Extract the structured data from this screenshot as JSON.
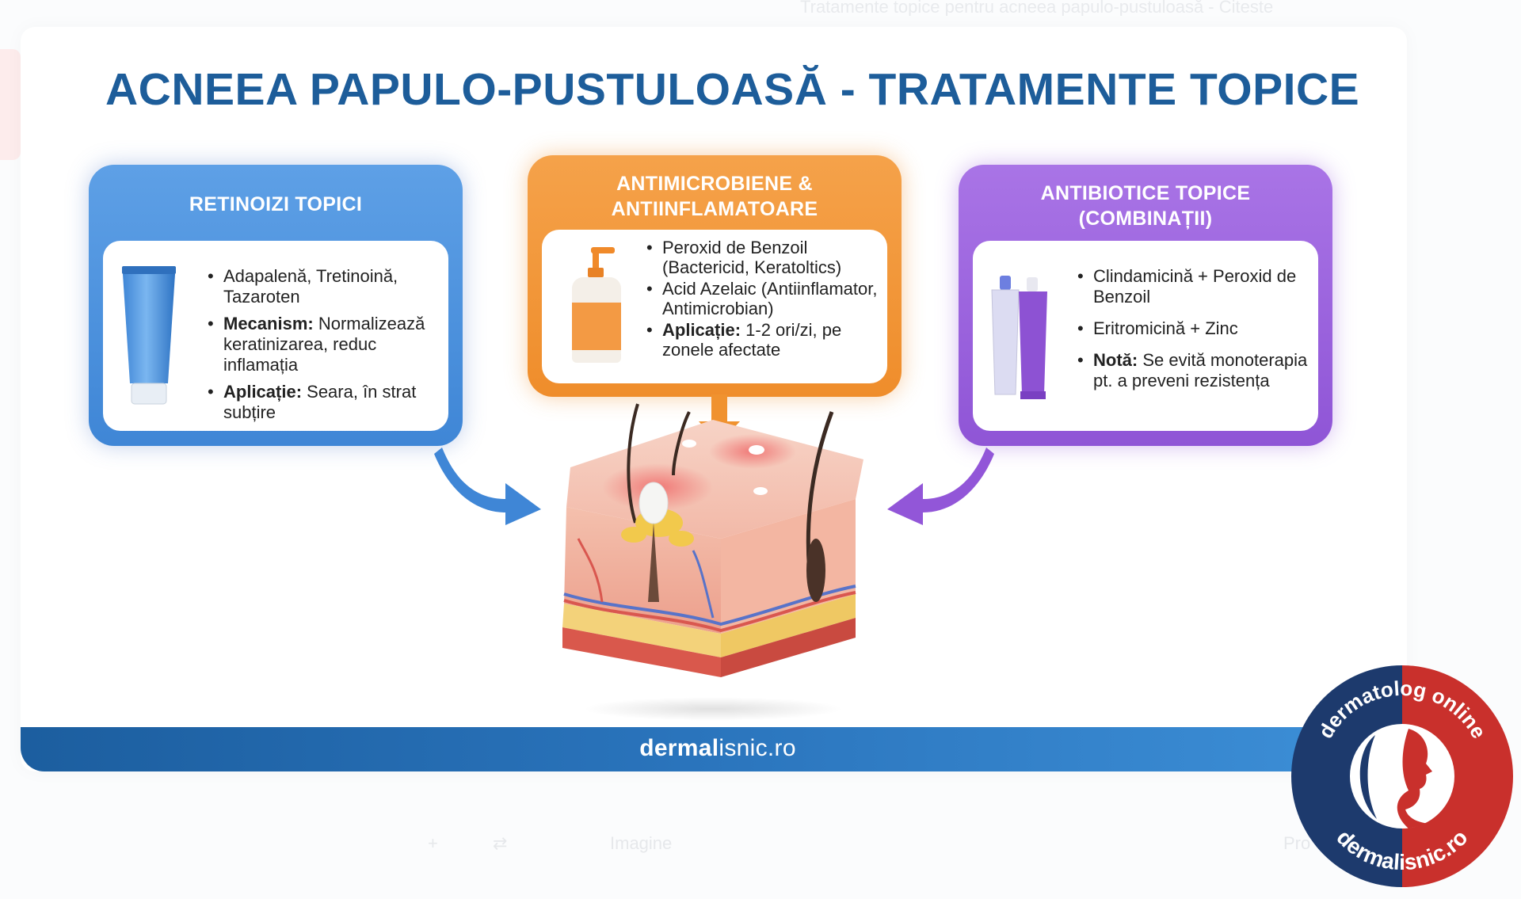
{
  "title": "ACNEEA PAPULO-PUSTULOASĂ - TRATAMENTE TOPICE",
  "background": {
    "top_text": "Tratamente topice pentru acneea papulo-pustuloasă - Citeste",
    "bottom_ui": [
      "+",
      "⇄",
      "Imagine",
      "Pro"
    ]
  },
  "panels": {
    "retinoids": {
      "title": "RETINOIZI TOPICI",
      "items": [
        {
          "bold": "",
          "text": "Adapalenă, Tretinoină, Tazaroten"
        },
        {
          "bold": "Mecanism:",
          "text": " Normalizează keratinizarea, reduc inflamația"
        },
        {
          "bold": "Aplicație:",
          "text": " Seara, în strat subțire"
        }
      ],
      "color": "#4a8fdc"
    },
    "antimicrobial": {
      "title_line1": "ANTIMICROBIENE &",
      "title_line2": "ANTIINFLAMATOARE",
      "items": [
        {
          "bold": "",
          "text": "Peroxid de Benzoil (Bactericid, Keratoltics)"
        },
        {
          "bold": "",
          "text": "Acid Azelaic (Antiinflamator, Antimicrobian)"
        },
        {
          "bold": "Aplicație:",
          "text": " 1-2 ori/zi, pe zonele afectate"
        }
      ],
      "color": "#f0922f"
    },
    "antibiotics": {
      "title_line1": "ANTIBIOTICE TOPICE",
      "title_line2": "(COMBINAȚII)",
      "items": [
        {
          "bold": "",
          "text": "Clindamicină + Peroxid de Benzoil"
        },
        {
          "bold": "",
          "text": "Eritromicină + Zinc"
        },
        {
          "bold": "Notă:",
          "text": " Se evită monoterapia pt. a preveni rezistența"
        }
      ],
      "color": "#9a5fdc"
    }
  },
  "footer": {
    "bold": "dermal",
    "text": "isnic.ro"
  },
  "logo": {
    "top_text": "dermatolog online",
    "bottom_text": "dermalisnic.ro"
  }
}
